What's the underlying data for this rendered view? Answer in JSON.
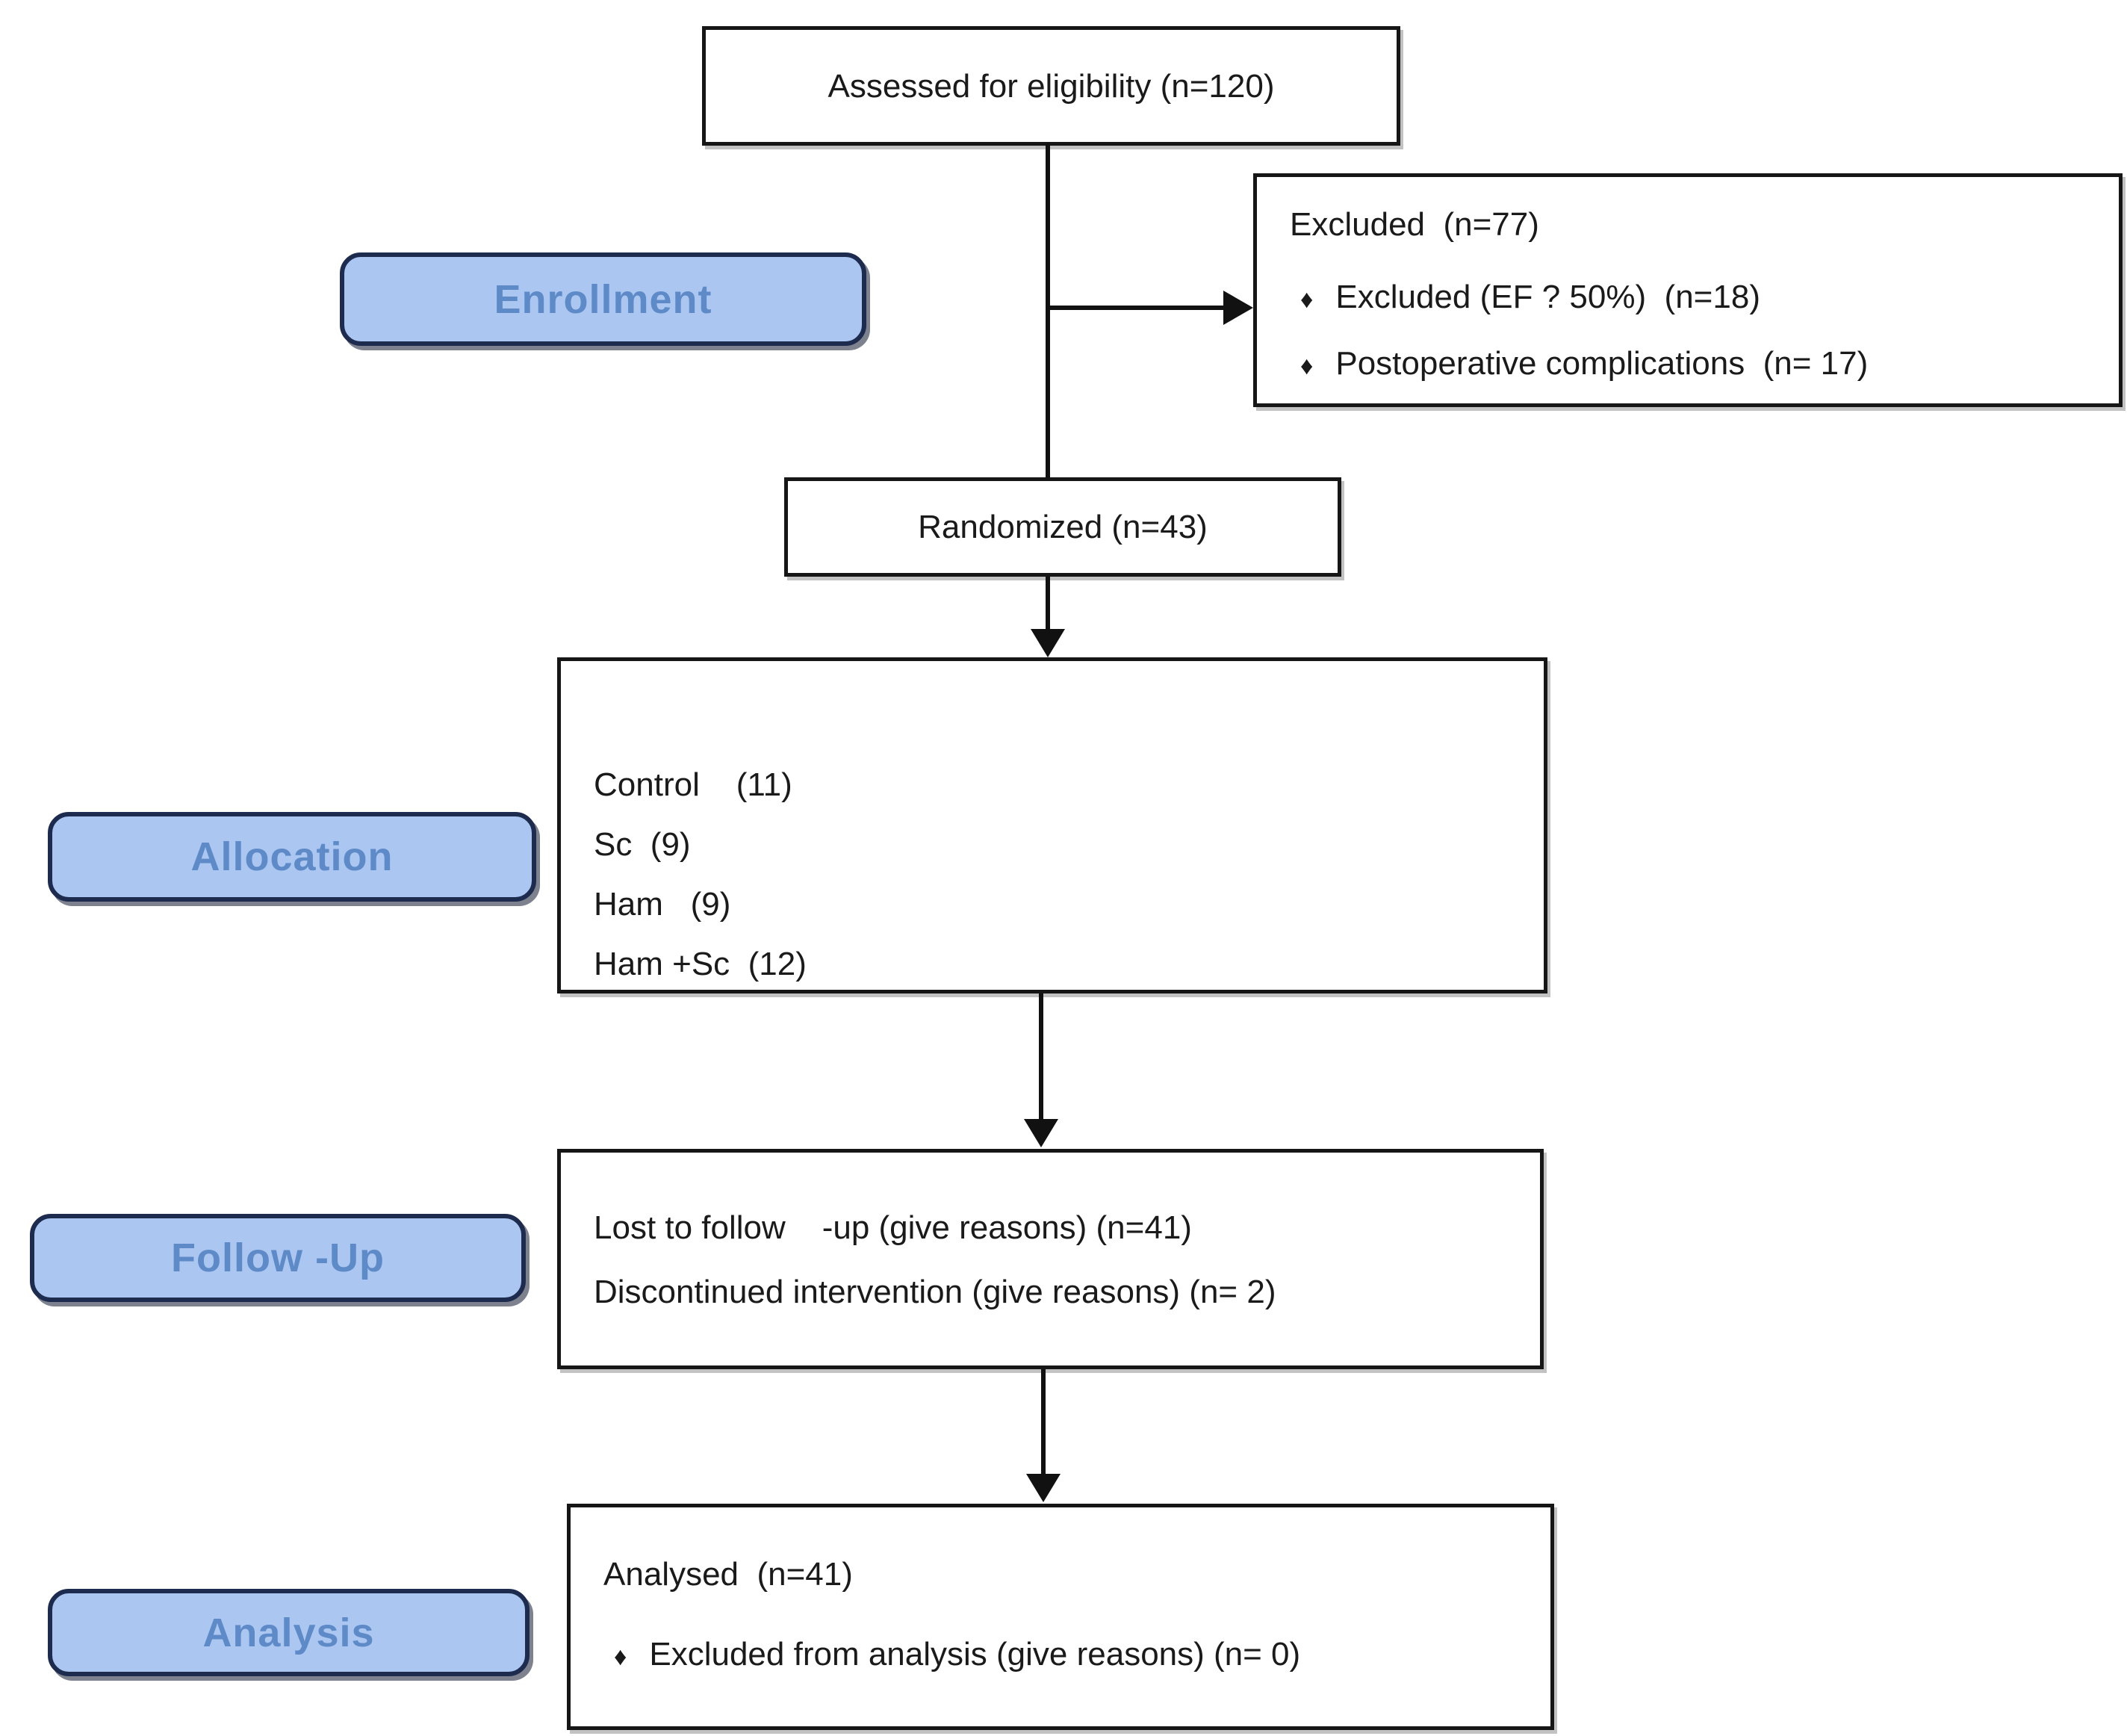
{
  "diagram": {
    "title_semantic": "CONSORT participant flow diagram",
    "colors": {
      "background": "#ffffff",
      "box_border": "#161616",
      "connector": "#111111",
      "label_fill": "#aac6f1",
      "label_border": "#1d2b4e",
      "label_text": "#5e8ac8"
    },
    "bullet": "♦",
    "boxes": {
      "assessed": {
        "text": "Assessed for eligibility (n=120)"
      },
      "excluded": {
        "title": "Excluded  (n=77)",
        "items": [
          "Excluded (EF ? 50%)  (n=18)",
          "Postoperative complications  (n= 17)"
        ]
      },
      "randomized": {
        "text": "Randomized (n=43)"
      },
      "allocation": {
        "lines": [
          "Control    (11)",
          "Sc  (9)",
          "Ham   (9)",
          "Ham +Sc  (12)"
        ]
      },
      "followup": {
        "lines": [
          "Lost to follow    -up (give reasons) (n=41)",
          "Discontinued intervention (give reasons) (n= 2)"
        ]
      },
      "analysis": {
        "title": "Analysed  (n=41)",
        "items": [
          "Excluded from analysis (give reasons) (n= 0)"
        ]
      }
    },
    "stage_labels": {
      "enrollment": "Enrollment",
      "allocation": "Allocation",
      "followup": "Follow -Up",
      "analysis": "Analysis"
    }
  }
}
